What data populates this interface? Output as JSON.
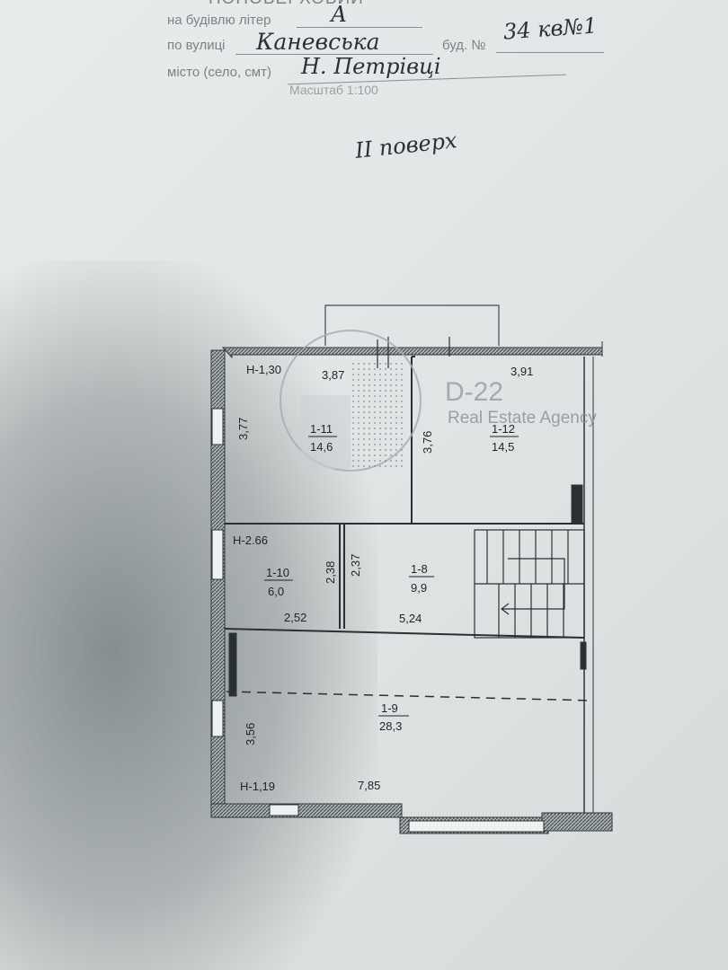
{
  "header": {
    "cut_title": "ПОПОВЕРХОВИЙ",
    "line1_label": "на будівлю літер",
    "line1_value": "А",
    "line2_label": "по вулиці",
    "line2_value": "Каневська",
    "line2_bud_label": "буд. №",
    "line2_bud_value": "34 кв№1",
    "line3_label": "місто (село, смт)",
    "line3_value": "Н. Петрівці",
    "scale": "Масштаб 1:100",
    "floor": "II поверх"
  },
  "watermark": {
    "brand": "D-22",
    "tagline": "Real Estate Agency"
  },
  "rooms": [
    {
      "id": "1-11",
      "area": "14,6"
    },
    {
      "id": "1-12",
      "area": "14,5"
    },
    {
      "id": "1-10",
      "area": "6,0"
    },
    {
      "id": "1-8",
      "area": "9,9"
    },
    {
      "id": "1-9",
      "area": "28,3"
    }
  ],
  "dimensions": {
    "r11_top": "3,87",
    "r11_side": "3,77",
    "r11_right": "3,76",
    "r12_top": "3,91",
    "r10_right": "2,38",
    "r8_left": "2,37",
    "r10_bottom": "2,52",
    "r8_bottom": "5,24",
    "r9_side": "3,56",
    "r9_bottom": "7,85"
  },
  "heights": {
    "h_r11": "Н-1,30",
    "h_r10": "Н-2.66",
    "h_r9": "Н-1,19"
  }
}
